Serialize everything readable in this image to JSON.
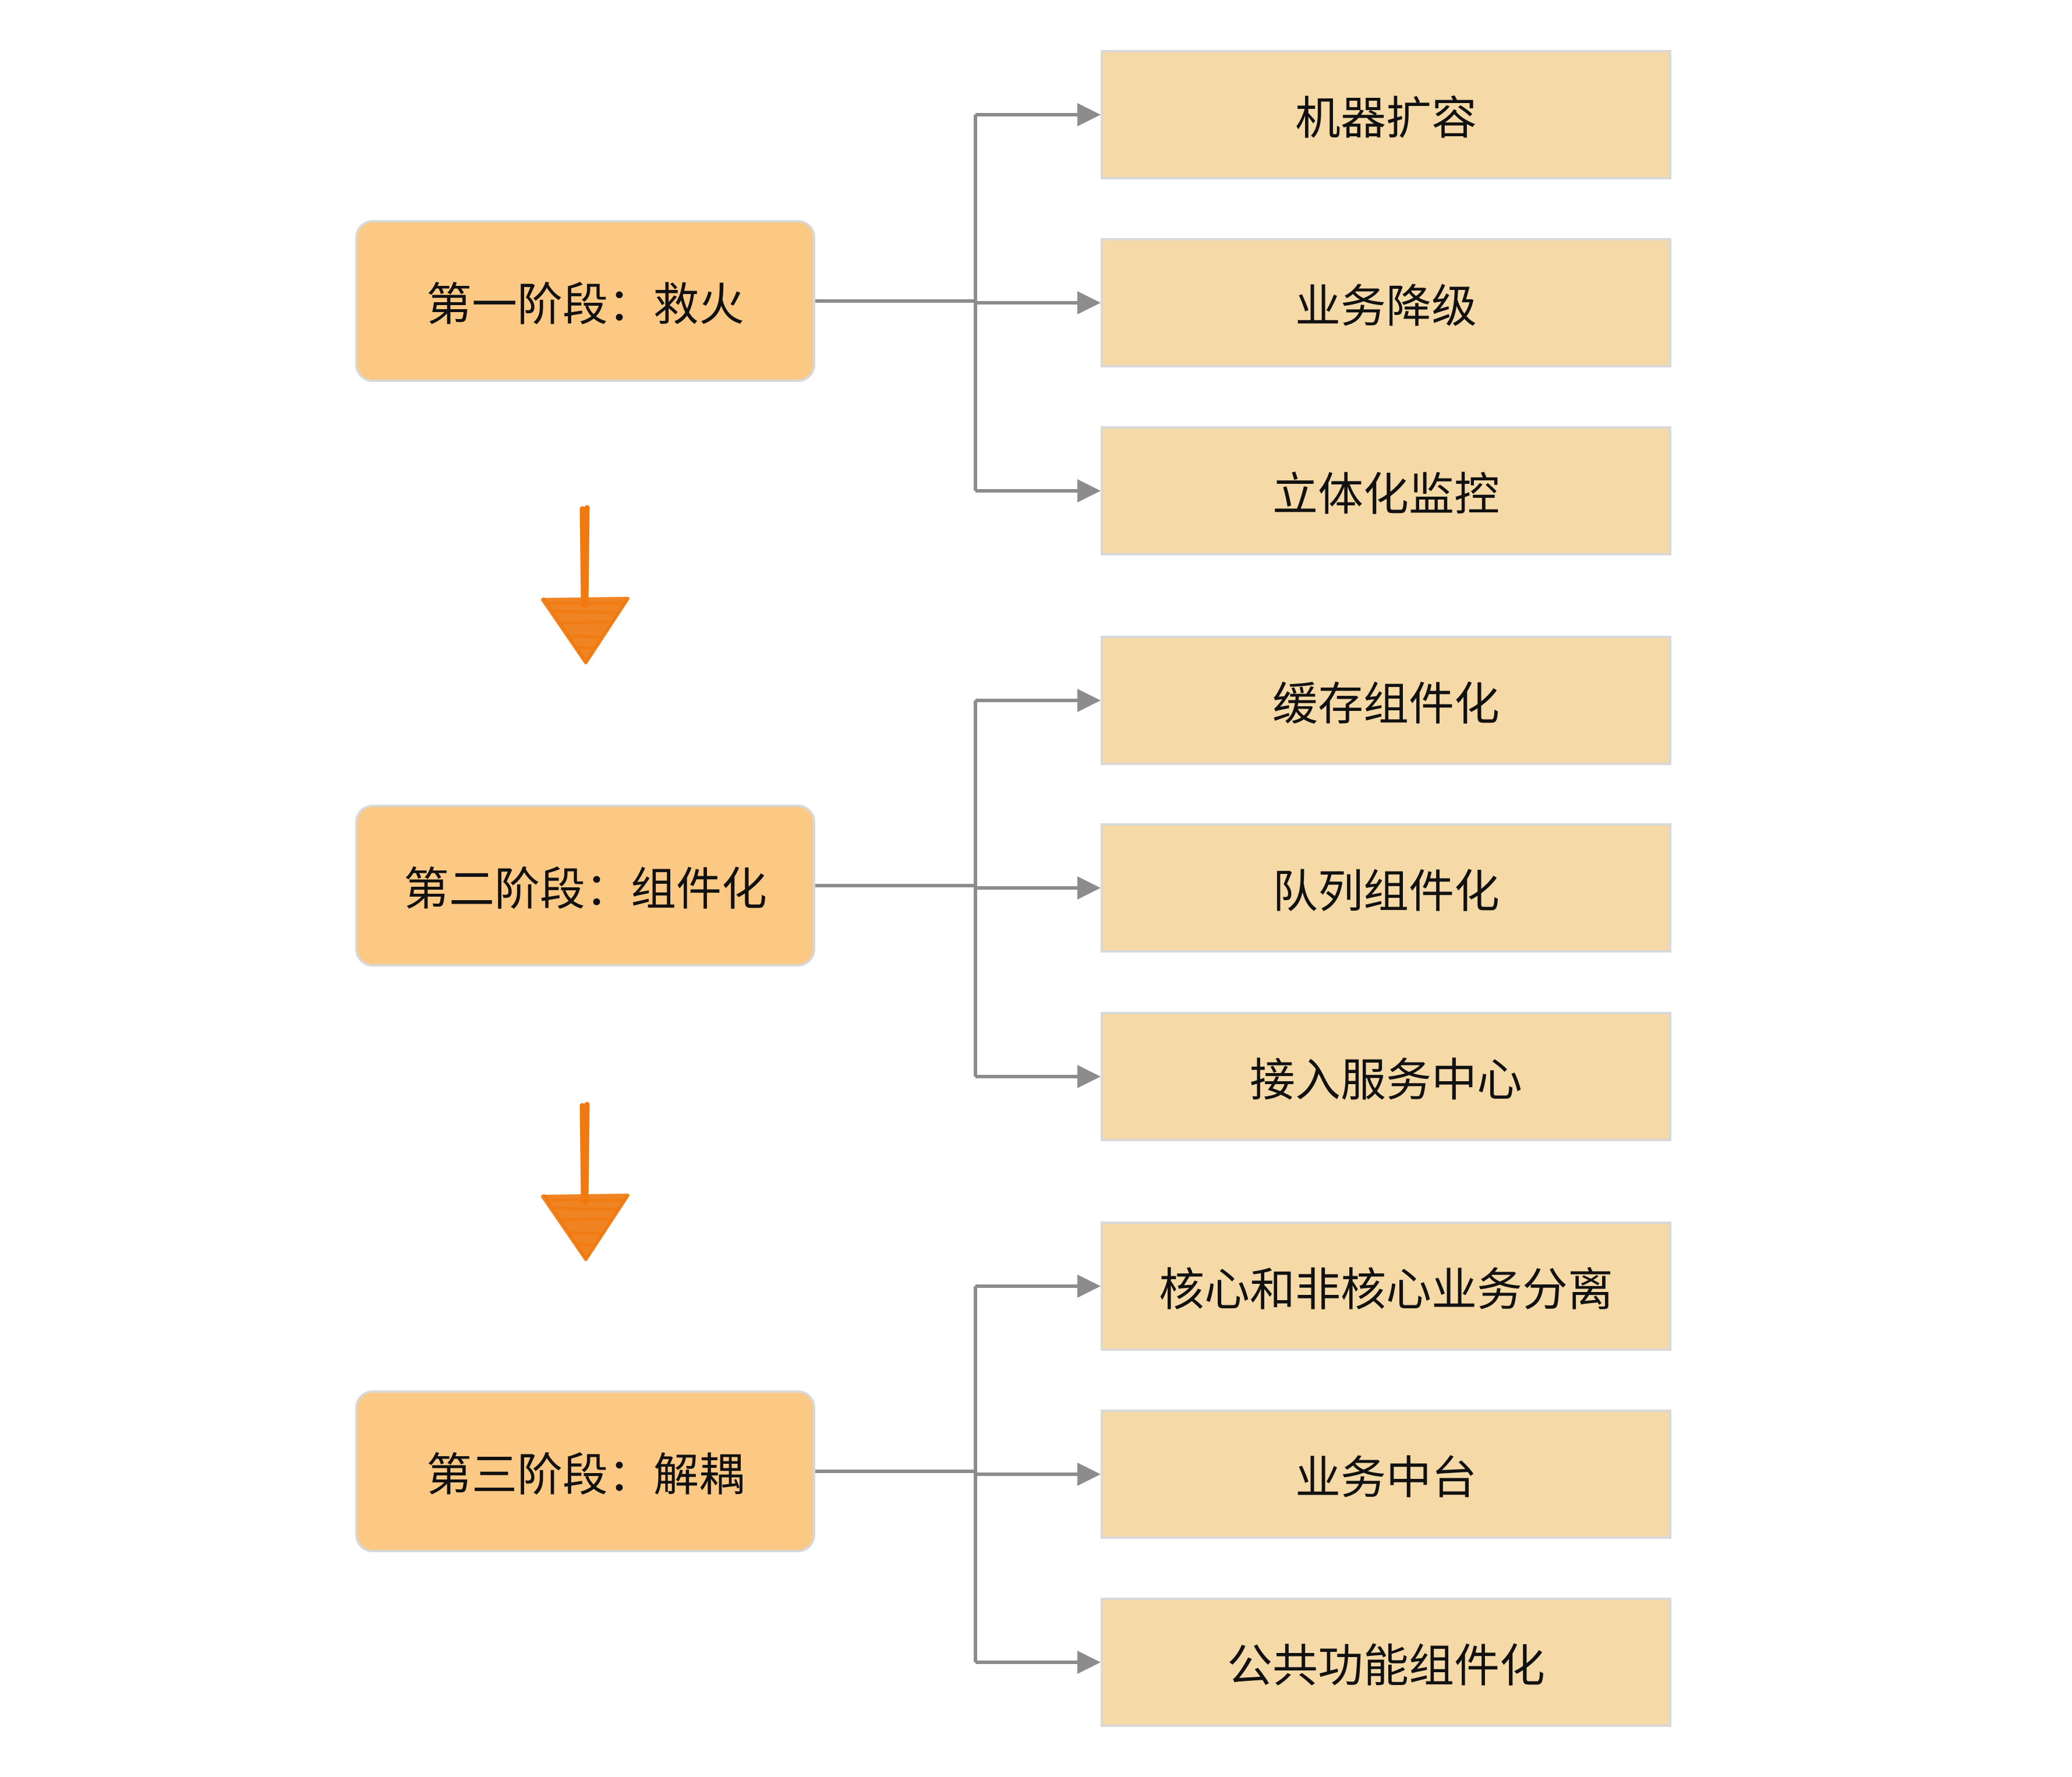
{
  "colors": {
    "stage_fill": "#FCC985",
    "item_fill": "#F5DAA8",
    "border": "#D8D8D8",
    "connector": "#8C8C8C",
    "flow_arrow": "#F07A10",
    "text": "#111111"
  },
  "stages": [
    {
      "label": "第一阶段：救火",
      "items": [
        "机器扩容",
        "业务降级",
        "立体化监控"
      ]
    },
    {
      "label": "第二阶段：组件化",
      "items": [
        "缓存组件化",
        "队列组件化",
        "接入服务中心"
      ]
    },
    {
      "label": "第三阶段：解耦",
      "items": [
        "核心和非核心业务分离",
        "业务中台",
        "公共功能组件化"
      ]
    }
  ],
  "flow_icon": "down-arrow-icon"
}
